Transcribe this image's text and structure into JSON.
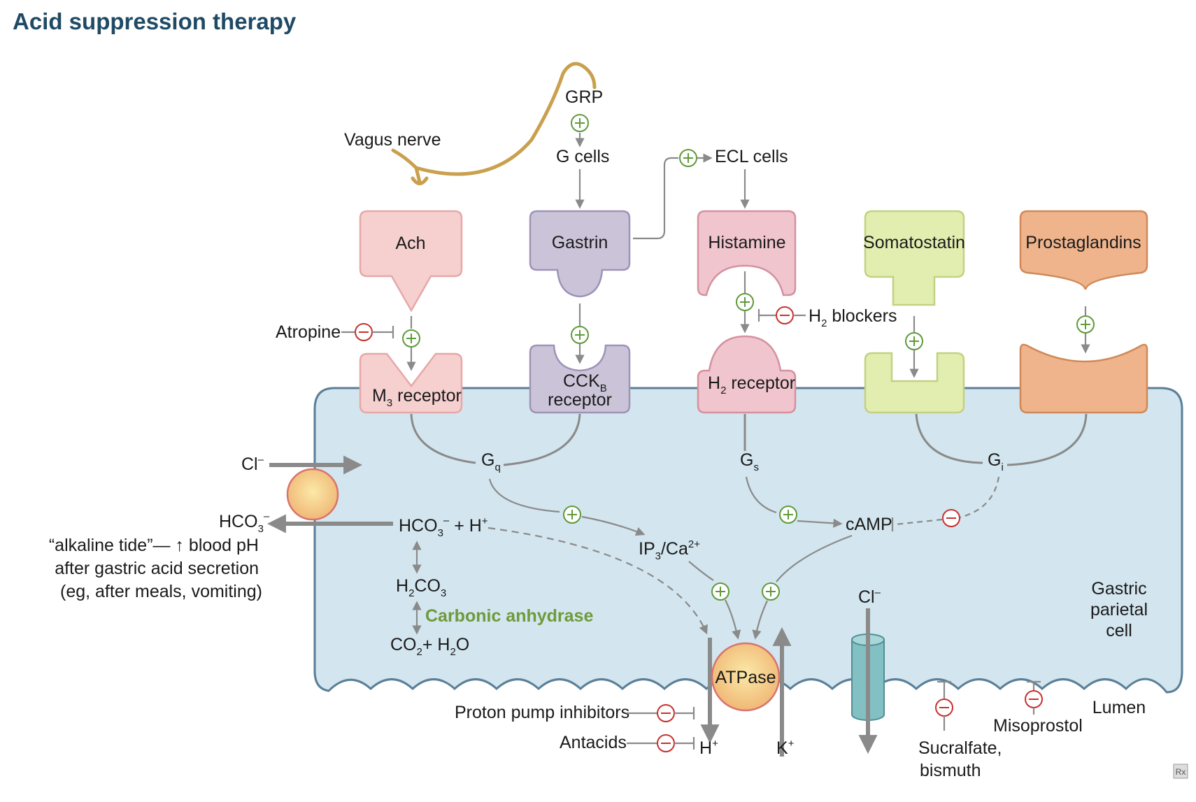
{
  "title": "Acid suppression therapy",
  "inputs": {
    "vagus": "Vagus nerve",
    "grp": "GRP",
    "g_cells": "G cells",
    "ecl_cells": "ECL cells"
  },
  "ligands": {
    "ach": "Ach",
    "gastrin": "Gastrin",
    "histamine": "Histamine",
    "somatostatin": "Somatostatin",
    "prostaglandins": "Prostaglandins"
  },
  "receptors": {
    "m3_pre": "M",
    "m3_sub": "3",
    "m3_post": " receptor",
    "cck_pre": "CCK",
    "cck_sub": "B",
    "cck_line2": "receptor",
    "h2_pre": "H",
    "h2_sub": "2",
    "h2_post": " receptor"
  },
  "drugs": {
    "atropine": "Atropine",
    "h2_pre": "H",
    "h2_sub": "2",
    "h2_post": " blockers",
    "ppi": "Proton pump inhibitors",
    "antacids": "Antacids",
    "sucralfate_1": "Sucralfate,",
    "sucralfate_2": "bismuth",
    "misoprostol": "Misoprostol"
  },
  "signals": {
    "gq_main": "G",
    "gq_sub": "q",
    "gs_main": "G",
    "gs_sub": "s",
    "gi_main": "G",
    "gi_sub": "i",
    "camp": "cAMP",
    "ip3_pre": "IP",
    "ip3_sub": "3",
    "ip3_mid": "/Ca",
    "ip3_sup": "2+"
  },
  "chemistry": {
    "hco3_h": {
      "pre": "HCO",
      "sub": "3",
      "sup": "–",
      "post": " + H",
      "sup2": "+"
    },
    "h2co3": {
      "a": "H",
      "sub1": "2",
      "b": "CO",
      "sub2": "3"
    },
    "co2_h2o": {
      "a": "CO",
      "sub1": "2",
      "b": "+ H",
      "sub2": "2",
      "c": "O"
    },
    "carbonic_anhydrase": "Carbonic anhydrase"
  },
  "ions": {
    "cl_in": "Cl",
    "cl_in_sup": "–",
    "hco3_out": "HCO",
    "hco3_out_sub": "3",
    "hco3_out_sup": "–",
    "cl_channel": "Cl",
    "cl_channel_sup": "–",
    "h_out": "H",
    "h_out_sup": "+",
    "k_in": "K",
    "k_in_sup": "+"
  },
  "alkaline_tide": {
    "line1": "“alkaline tide”— ↑ blood pH",
    "line2": "after gastric acid secretion",
    "line3": "(eg, after meals, vomiting)"
  },
  "cell": {
    "line1": "Gastric",
    "line2": "parietal",
    "line3": "cell",
    "lumen": "Lumen"
  },
  "atpase": "ATPase",
  "logo": "Rx",
  "colors": {
    "cell_fill": "#d3e5ee",
    "cell_stroke": "#5a7f98",
    "ach": "#f6cfcf",
    "gastrin": "#cbc4d9",
    "histamine": "#f0c5cd",
    "somatostatin": "#e2edb0",
    "prostaglandins": "#efb48c",
    "vagus": "#c9a04e",
    "plus": "#5f9a3a",
    "minus": "#c8312f",
    "title": "#1f4a66",
    "channel": "#82c0c4"
  }
}
